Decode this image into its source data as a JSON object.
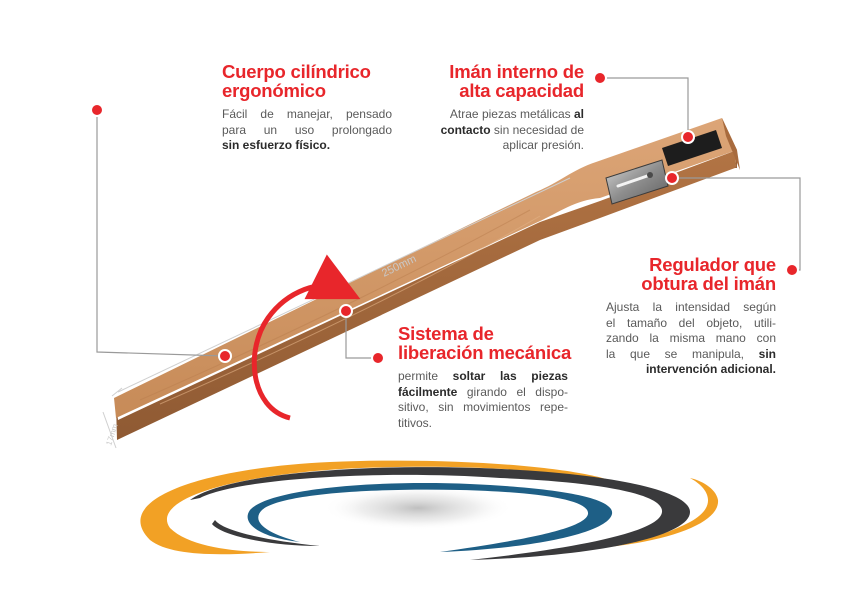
{
  "callouts": {
    "body_shape": {
      "title_lines": [
        "Cuerpo cilíndrico",
        "ergonómico"
      ],
      "text": {
        "line1": "Fácil de manejar, pensado",
        "line2": "para un uso prolongado",
        "bold3": "sin esfuerzo físico."
      }
    },
    "magnet": {
      "title_lines": [
        "Imán interno de",
        "alta capacidad"
      ],
      "text": {
        "line1_plain": "Atrae piezas metálicas ",
        "line1_bold": "al",
        "line2_bold": "contacto",
        "line2_plain": " sin necesidad de",
        "line3": "aplicar presión."
      }
    },
    "regulator": {
      "title_lines": [
        "Regulador que",
        "obtura del imán"
      ],
      "text": {
        "line1": "Ajusta la intensidad según",
        "line2": "el tamaño del objeto, utili-",
        "line3": "zando la misma mano con",
        "line4_plain": "la que se manipula, ",
        "line4_bold": "sin",
        "line5_bold": "intervención adicional."
      }
    },
    "release": {
      "title_lines": [
        "Sistema de",
        "liberación mecánica"
      ],
      "text": {
        "line1_plain": "permite ",
        "line1_bold": "soltar las piezas",
        "line2_bold": "fácilmente",
        "line2_plain": " girando el dispo-",
        "line3": "sitivo, sin movimientos repe-",
        "line4": "titivos."
      }
    }
  },
  "dimensions": {
    "length": "250mm",
    "width": "17mm"
  },
  "colors": {
    "accent_red": "#e8262b",
    "wood": "#c98d5a",
    "ring_orange": "#f2a125",
    "ring_dark": "#3a3a3c",
    "ring_blue": "#1e5f86",
    "leader_gray": "#9a9a9a"
  }
}
